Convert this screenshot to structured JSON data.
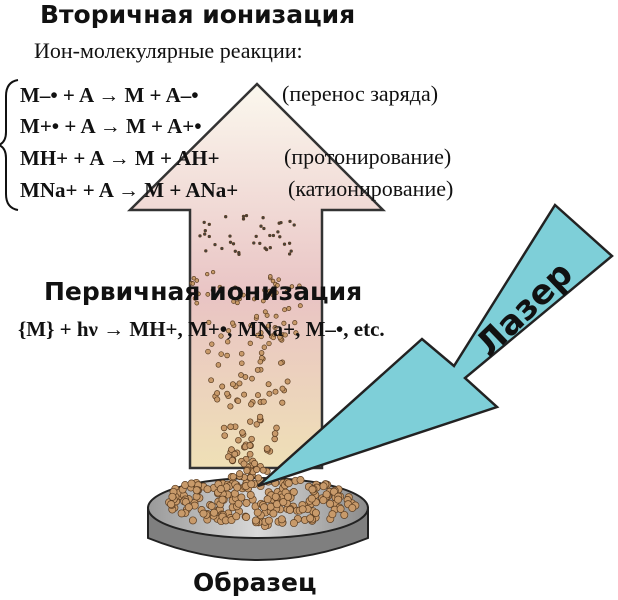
{
  "title_secondary": "Вторичная ионизация",
  "subtitle_ion_molecular": "Ион-молекулярные реакции:",
  "reactions": [
    {
      "equation": "M–• + A → M + A–•",
      "note": "(перенос заряда)"
    },
    {
      "equation": "M+• + A → M + A+•",
      "note": ""
    },
    {
      "equation": "MH+ + A → M + AH+",
      "note": "(протонирование)"
    },
    {
      "equation": "MNa+ + A → M + ANa+",
      "note": "(катионирование)"
    }
  ],
  "title_primary": "Первичная ионизация",
  "primary_equation": "{M} + hν → MH+, M+•, MNa+, M–•, etc.",
  "laser_label": "Лазер",
  "sample_label": "Образец",
  "colors": {
    "arrow_top": "#fbf8ee",
    "arrow_mid": "#e9c4c4",
    "arrow_bottom": "#efe0b6",
    "laser_fill": "#7ecfd8",
    "particle": "#c89a6a",
    "plate_top": "#a9a9a9",
    "plate_side": "#7f7f7f"
  }
}
